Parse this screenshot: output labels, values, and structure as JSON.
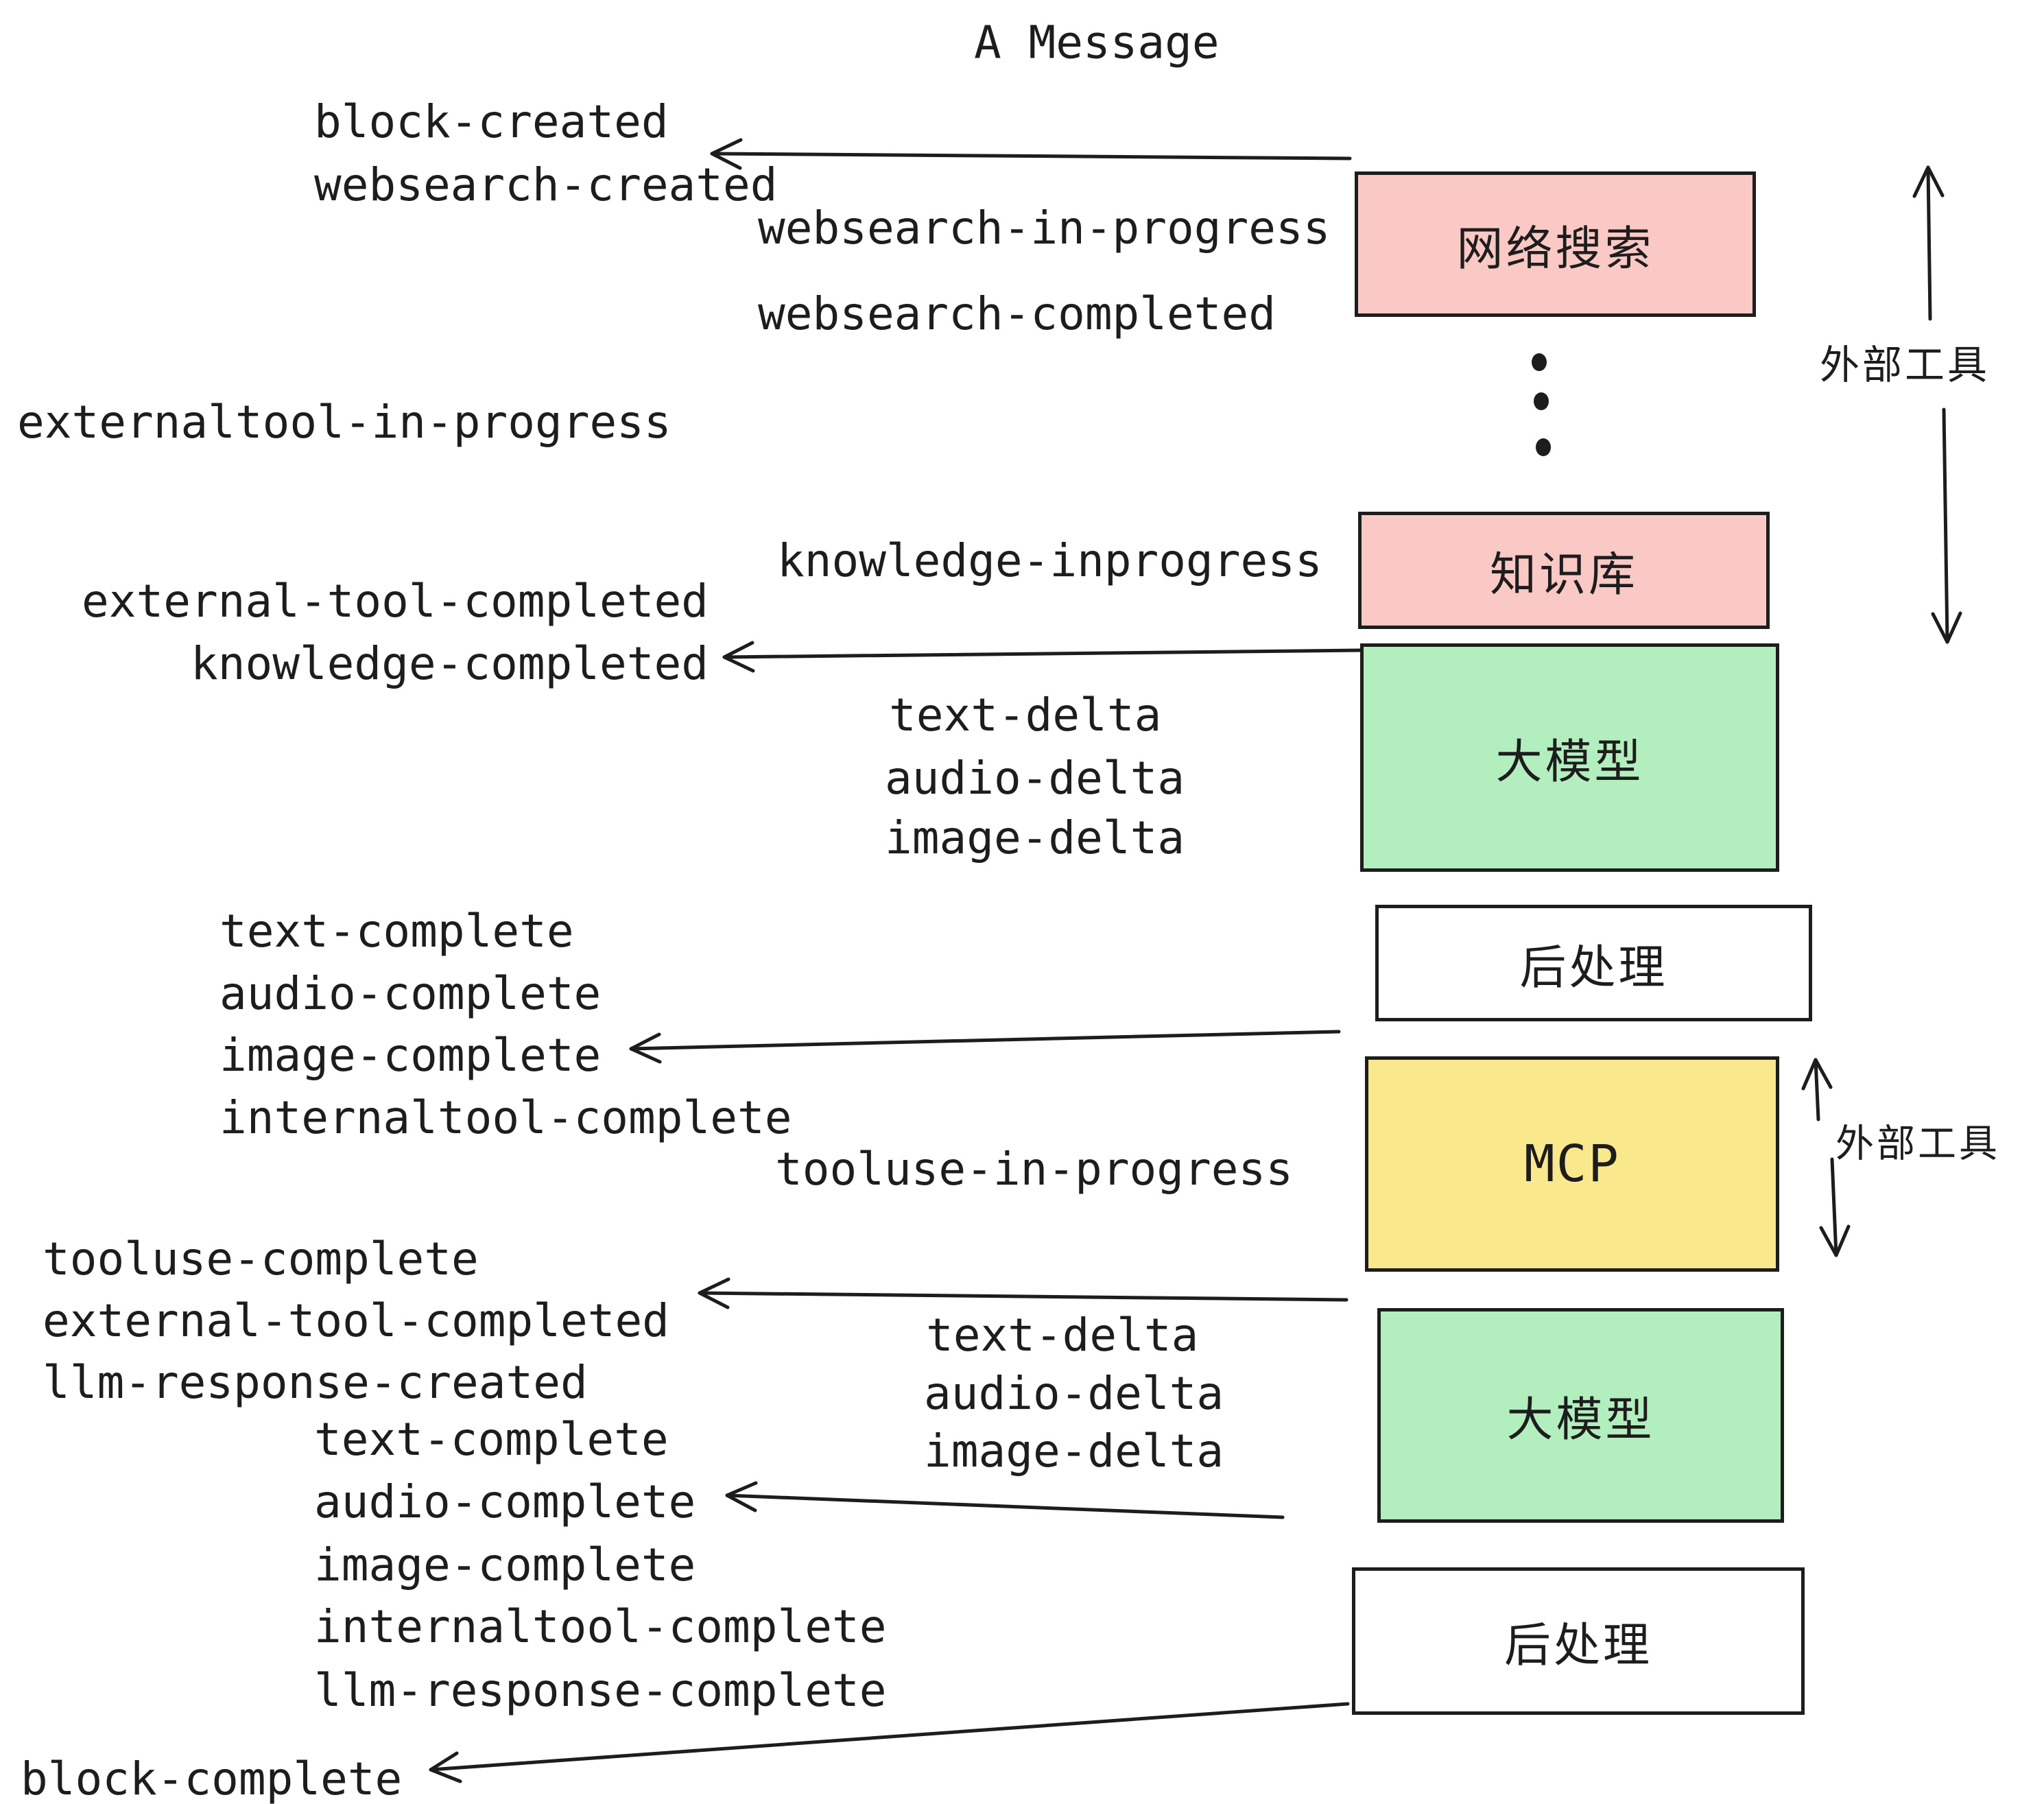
{
  "title": "A Message",
  "colors": {
    "ink": "#1d1d1d",
    "pink": "#fbc9c5",
    "green": "#b3efbe",
    "yellow": "#fae88c",
    "white": "#ffffff"
  },
  "nodes": {
    "websearch": "网络搜索",
    "knowledge": "知识库",
    "llm1": "大模型",
    "post1": "后处理",
    "mcp": "MCP",
    "llm2": "大模型",
    "post2": "后处理"
  },
  "side_annotations": {
    "external_tools_top": "外部工具",
    "external_tools_mcp": "外部工具"
  },
  "events": {
    "block_created": "block-created",
    "websearch_created": "websearch-created",
    "websearch_in_progress": "websearch-in-progress",
    "websearch_completed": "websearch-completed",
    "externaltool_in_progress": "externaltool-in-progress",
    "knowledge_inprogress": "knowledge-inprogress",
    "external_tool_completed_1": "external-tool-completed",
    "knowledge_completed": "knowledge-completed",
    "text_delta_1": "text-delta",
    "audio_delta_1": "audio-delta",
    "image_delta_1": "image-delta",
    "text_complete_1": "text-complete",
    "audio_complete_1": "audio-complete",
    "image_complete_1": "image-complete",
    "internaltool_complete_1": "internaltool-complete",
    "tooluse_in_progress": "tooluse-in-progress",
    "tooluse_complete": "tooluse-complete",
    "external_tool_completed_2": "external-tool-completed",
    "llm_response_created": "llm-response-created",
    "text_complete_2": "text-complete",
    "audio_complete_2": "audio-complete",
    "image_complete_2": "image-complete",
    "internaltool_complete_2": "internaltool-complete",
    "llm_response_complete": "llm-response-complete",
    "block_complete": "block-complete"
  }
}
